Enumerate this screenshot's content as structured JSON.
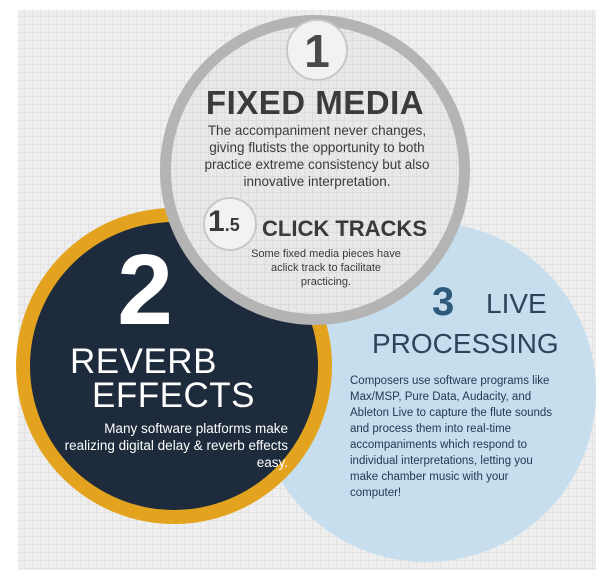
{
  "diagram": {
    "item1": {
      "number": "1",
      "title": "FIXED MEDIA",
      "description": "The accompaniment never changes, giving flutists the opportunity to both practice extreme consistency but also innovative interpretation."
    },
    "item1_5": {
      "number_main": "1",
      "number_sub": ".5",
      "title": "CLICK TRACKS",
      "description": "Some fixed media pieces have aclick track to facilitate practicing."
    },
    "item2": {
      "number": "2",
      "title_line1": "REVERB",
      "title_line2": "EFFECTS",
      "description": "Many software platforms make realizing digital delay & reverb effects easy."
    },
    "item3": {
      "number": "3",
      "title_line1": "LIVE",
      "title_line2": "PROCESSING",
      "description": "Composers use software programs like Max/MSP, Pure Data, Audacity, and Ableton Live to capture the flute sounds and process them into real-time accompaniments which respond to individual interpretations, letting you  make chamber music with your computer!"
    }
  },
  "colors": {
    "grid_background": "#eeeeee",
    "grid_lines": "#d9d9d9",
    "circle1_fill": "#e6e6e6",
    "circle1_ring": "#b4b4b4",
    "circle2_fill": "#1d2b3c",
    "circle2_ring": "#e3a31f",
    "circle3_fill": "#c3dced",
    "circle3_text": "#2e4459"
  }
}
